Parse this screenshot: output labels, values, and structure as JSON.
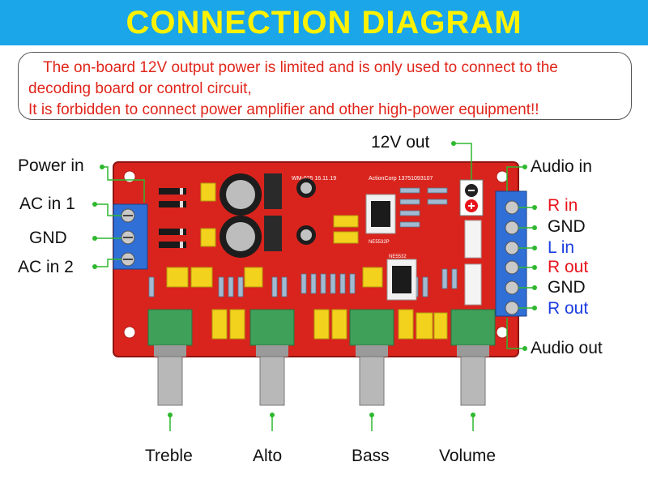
{
  "title": "CONNECTION DIAGRAM",
  "notice": {
    "line1": "The on-board 12V output power is limited and is only used to connect to the",
    "line2": "decoding board or control circuit,",
    "line3": "It is forbidden to connect power amplifier and other high-power equipment!!"
  },
  "labels": {
    "power_in": "Power in",
    "ac_in_1": "AC in 1",
    "gnd_power": "GND",
    "ac_in_2": "AC in 2",
    "out_12v": "12V out",
    "audio_in": "Audio in",
    "r_in": "R in",
    "gnd_audio_in": "GND",
    "l_in": "L in",
    "r_out": "R out",
    "gnd_audio_out": "GND",
    "r_out_2": "R out",
    "audio_out": "Audio out",
    "treble": "Treble",
    "alto": "Alto",
    "bass": "Bass",
    "volume": "Volume"
  },
  "board_print": {
    "model": "WM-025  16.11.19",
    "maker": "ActionCorp  13751093107",
    "chip1": "NE5532P",
    "chip2": "NE5532"
  },
  "colors": {
    "banner": "#1aa6e8",
    "title": "#fff200",
    "pcb": "#d9241d",
    "terminal": "#2f6fd6",
    "leader": "#2eb82e",
    "warning": "#e0261b"
  }
}
